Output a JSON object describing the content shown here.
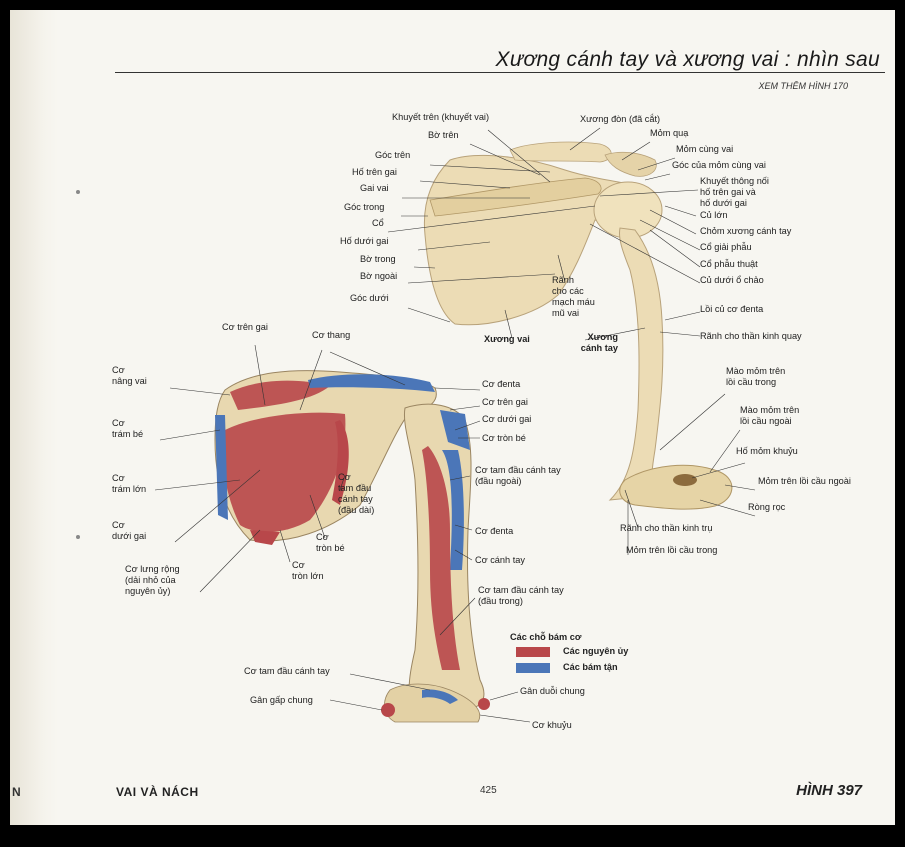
{
  "header": {
    "title": "Xương cánh tay và xương vai : nhìn sau",
    "see_also": "XEM THÊM HÌNH 170"
  },
  "figure_top": {
    "labels": {
      "khuyet_tren": "Khuyết trên (khuyết vai)",
      "xuong_don": "Xương đòn (đã cắt)",
      "bo_tren": "Bờ trên",
      "mom_qua": "Mỏm quạ",
      "mom_cung_vai": "Mỏm cùng vai",
      "goc_tren": "Góc trên",
      "goc_mom_cung_vai": "Góc của mỏm cùng vai",
      "ho_tren_gai": "Hố trên gai",
      "khuyet_thong_noi": "Khuyết thông nối\nhố trên gai và\nhố dưới gai",
      "gai_vai": "Gai vai",
      "goc_trong": "Góc trong",
      "cu_lon": "Củ lớn",
      "co": "Cổ",
      "chom_xuong": "Chỏm xương cánh tay",
      "ho_duoi_gai": "Hố dưới gai",
      "co_giai_phau": "Cổ giải phẫu",
      "bo_trong": "Bờ trong",
      "co_phau_thuat": "Cổ phẫu thuật",
      "bo_ngoai": "Bờ ngoài",
      "cu_duoi_o_chao": "Củ dưới ổ chảo",
      "ranh_mach_mau": "Rãnh\ncho các\nmạch máu\nmũ vai",
      "goc_duoi": "Góc dưới",
      "loi_cu_co_denta": "Lồi củ cơ đenta",
      "ranh_than_kinh_quay": "Rãnh cho thần kinh quay",
      "xuong_vai": "Xương vai",
      "xuong_canh_tay": "Xương\ncánh tay",
      "mao_mom_tren_trong": "Mào mỏm trên\nlồi cầu trong",
      "mao_mom_tren_ngoai": "Mào mỏm trên\nlồi cầu ngoài",
      "ho_mom_khuyu": "Hố mỏm khuỷu",
      "mom_tren_loi_cau_ngoai": "Mỏm trên lồi cầu ngoài",
      "rong_roc": "Ròng rọc",
      "ranh_than_kinh_tru": "Rãnh cho thần kinh trụ",
      "mom_tren_loi_cau_trong": "Mỏm trên lồi cầu trong"
    }
  },
  "figure_bottom": {
    "labels": {
      "co_tren_gai_top": "Cơ trên gai",
      "co_thang": "Cơ thang",
      "co_nang_vai": "Cơ\nnâng vai",
      "co_denta_r": "Cơ đenta",
      "co_tren_gai_r": "Cơ trên gai",
      "co_duoi_gai_r": "Cơ dưới gai",
      "co_tron_be_r": "Cơ tròn bé",
      "co_tram_be": "Cơ\ntrám bé",
      "co_tam_dau_ngoai": "Cơ tam đầu cánh tay\n(đầu ngoài)",
      "co_tram_lon": "Cơ\ntrám lớn",
      "co_tam_dau_dai": "Cơ\ntam đầu\ncánh tay\n(đầu dài)",
      "co_duoi_gai_l": "Cơ\ndưới gai",
      "co_denta_mid": "Cơ đenta",
      "co_tron_be_mid": "Cơ\ntròn bé",
      "co_canh_tay": "Cơ cánh tay",
      "co_tron_lon": "Cơ\ntròn lớn",
      "co_lung_rong": "Cơ lưng rộng\n(dải nhỏ của\nnguyên ủy)",
      "co_tam_dau_trong": "Cơ tam đầu cánh tay\n(đầu trong)",
      "co_tam_dau_bottom": "Cơ tam đầu cánh tay",
      "gan_duoi_chung": "Gân duỗi chung",
      "gan_gap_chung": "Gân gấp chung",
      "co_khuyu": "Cơ khuỷu"
    }
  },
  "legend": {
    "title": "Các chỗ bám cơ",
    "origin": "Các nguyên ủy",
    "insertion": "Các bám tận",
    "origin_color": "#b8474a",
    "insertion_color": "#4b76b8"
  },
  "footer": {
    "section": "VAI VÀ NÁCH",
    "page": "425",
    "figure": "HÌNH 397",
    "edge": "N"
  }
}
